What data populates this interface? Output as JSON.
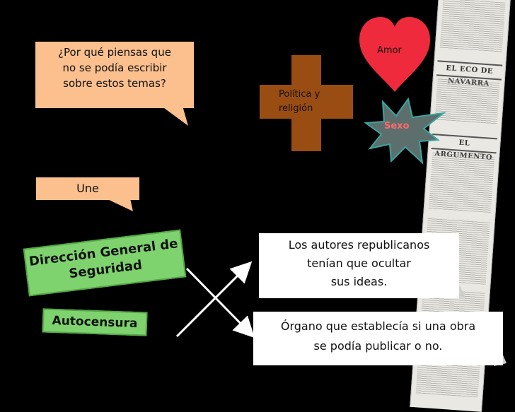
{
  "question": "¿Por qué piensas que no se podía escribir sobre estos temas?",
  "question_lines": [
    "¿Por qué piensas que",
    "no se podía escribir",
    "sobre estos temas?"
  ],
  "une": "Une",
  "topics": {
    "amor": "Amor",
    "politica_religion_lines": [
      "Política y",
      "religión"
    ],
    "sexo": "Sexo"
  },
  "left_items": {
    "direccion_lines": [
      "Dirección General de",
      "Seguridad"
    ],
    "autocensura": "Autocensura"
  },
  "right_items": {
    "republicanos_lines": [
      "Los autores republicanos",
      "tenían que ocultar",
      "sus ideas."
    ],
    "organo_lines": [
      "Órgano que establecía si una obra",
      "se podía publicar o no."
    ]
  },
  "newspaper_mastheads": [
    "EL ECO DE NAVARRA",
    "EL ARGUMENTO"
  ],
  "colors": {
    "background": "#000000",
    "callout": "#fbc08d",
    "cross": "#9a4d12",
    "heart": "#ee2a3c",
    "star": "#5d6f6d",
    "green_box": "#7ed36e",
    "white_box": "#ffffff"
  }
}
